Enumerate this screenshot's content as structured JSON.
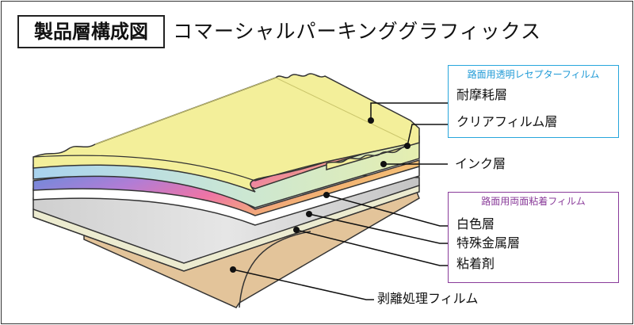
{
  "header": {
    "title": "製品層構成図",
    "subtitle": "コマーシャルパーキンググラフィックス"
  },
  "groups": {
    "transparent_film": {
      "title": "路面用透明レセプターフィルム",
      "color": "#27a6dc",
      "layers": [
        "耐摩耗層",
        "クリアフィルム層"
      ]
    },
    "adhesive_film": {
      "title": "路面用両面粘着フィルム",
      "color": "#8a3c9a",
      "layers": [
        "白色層",
        "特殊金属層",
        "粘着剤"
      ]
    }
  },
  "labels": {
    "ink": "インク層",
    "release": "剥離処理フィルム"
  },
  "colors": {
    "wear_layer": "#f3ef9a",
    "clear_film": "#cfe6c8",
    "ink_start": "#6aa8e6",
    "ink_end": "#e46fa8",
    "white_layer": "#ffffff",
    "metal_layer": "#d9d9d9",
    "adhesive": "#ecebd0",
    "release_film": "#e3c49a"
  }
}
